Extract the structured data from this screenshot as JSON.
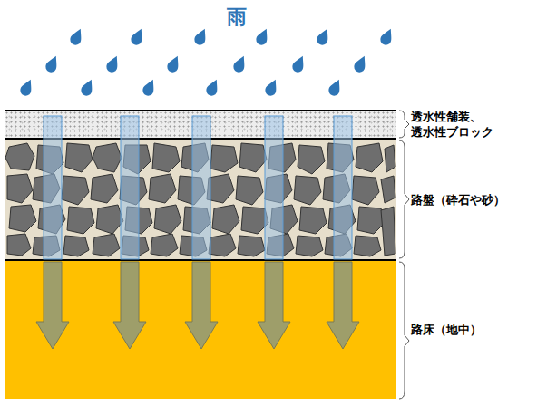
{
  "diagram": {
    "title": "雨",
    "nodes": [
      {
        "text": [
          "透水性舗装、 透水性ブロック"
        ]
      },
      {
        "text": [
          "路盤（砕石や砂）"
        ]
      },
      {
        "text": [
          "路床（地中）"
        ]
      }
    ]
  }
}
